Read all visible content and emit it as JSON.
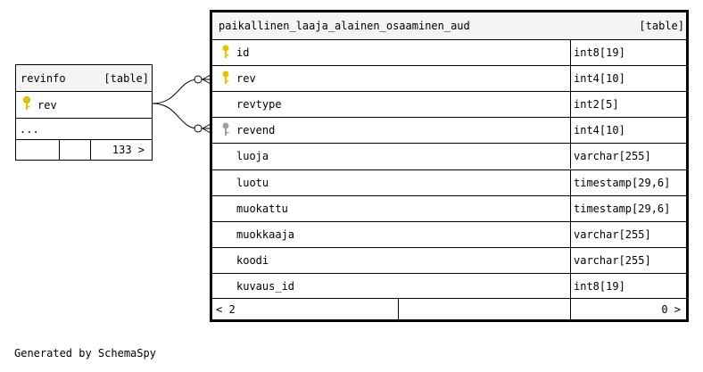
{
  "revinfo": {
    "name": "revinfo",
    "kind": "[table]",
    "columns": [
      {
        "name": "rev",
        "key": "primary"
      }
    ],
    "ellipsis": "...",
    "footer": {
      "left": "",
      "middle": "",
      "right": "133 >"
    }
  },
  "main_table": {
    "name": "paikallinen_laaja_alainen_osaaminen_aud",
    "kind": "[table]",
    "columns": [
      {
        "name": "id",
        "type": "int8[19]",
        "key": "primary"
      },
      {
        "name": "rev",
        "type": "int4[10]",
        "key": "primary"
      },
      {
        "name": "revtype",
        "type": "int2[5]",
        "key": "none"
      },
      {
        "name": "revend",
        "type": "int4[10]",
        "key": "foreign"
      },
      {
        "name": "luoja",
        "type": "varchar[255]",
        "key": "none"
      },
      {
        "name": "luotu",
        "type": "timestamp[29,6]",
        "key": "none"
      },
      {
        "name": "muokattu",
        "type": "timestamp[29,6]",
        "key": "none"
      },
      {
        "name": "muokkaaja",
        "type": "varchar[255]",
        "key": "none"
      },
      {
        "name": "koodi",
        "type": "varchar[255]",
        "key": "none"
      },
      {
        "name": "kuvaus_id",
        "type": "int8[19]",
        "key": "none"
      }
    ],
    "footer": {
      "left": "< 2",
      "middle": "",
      "right": "0 >"
    }
  },
  "colors": {
    "primary_key": "#e6c300",
    "foreign_key": "#a0a0a0",
    "header_bg": "#f4f4f4"
  },
  "generated_by": "Generated by SchemaSpy"
}
